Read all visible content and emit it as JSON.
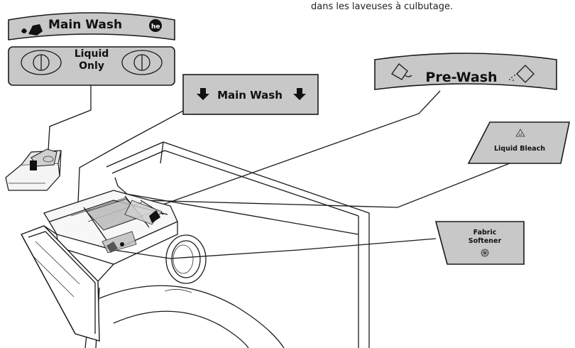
{
  "caption": "dans les laveuses à culbutage.",
  "labels": {
    "main_wash_top": "Main Wash",
    "he_badge": "he",
    "liquid_only_line1": "Liquid",
    "liquid_only_line2": "Only",
    "main_wash_arrows": "Main Wash",
    "pre_wash": "Pre-Wash",
    "liquid_bleach": "Liquid Bleach",
    "fabric_softener_line1": "Fabric",
    "fabric_softener_line2": "Softener"
  },
  "icons": {
    "detergent": "detergent-bottle-icon",
    "down_arrow": "down-arrow-icon",
    "powder_scoop": "powder-scoop-icon",
    "bleach": "bleach-triangle-icon",
    "softener": "softener-flower-icon"
  },
  "colors": {
    "label_fill": "#c8c8c8",
    "label_fill_dark": "#bdbdbd",
    "stroke": "#1a1a1a",
    "highlight": "#b9b9b9"
  }
}
